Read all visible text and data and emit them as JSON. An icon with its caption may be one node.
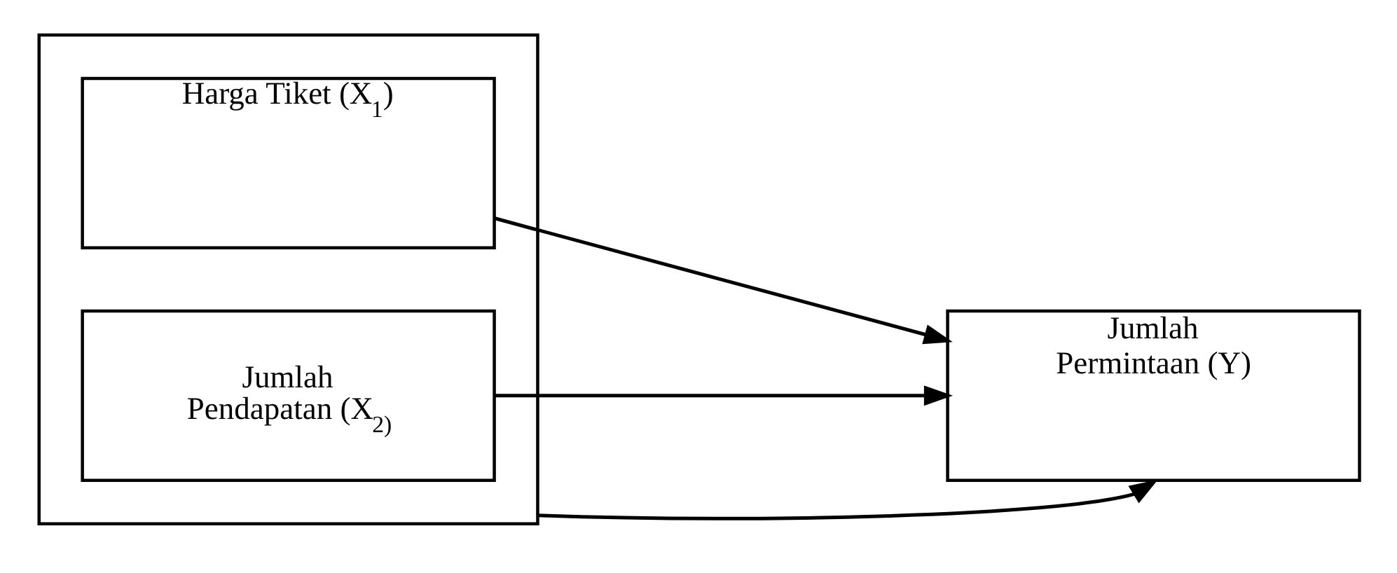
{
  "diagram": {
    "nodes": [
      {
        "text": [],
        "shape": "box"
      },
      {
        "text": [
          "Harga Tiket (X$_{1}$)"
        ],
        "in": 0
      },
      {
        "text": [
          "Jumlah Pendapatan (X$_{2)}$"
        ],
        "in": 0
      },
      {
        "text": [
          "Jumlah Permintaan (Y)"
        ]
      }
    ],
    "edges": [
      {
        "from": 1,
        "to": 3,
        "arrow": "to"
      },
      {
        "from": 2,
        "to": 3,
        "arrow": "to"
      },
      {
        "from": 0,
        "to": 3,
        "arrow": "to"
      }
    ]
  }
}
